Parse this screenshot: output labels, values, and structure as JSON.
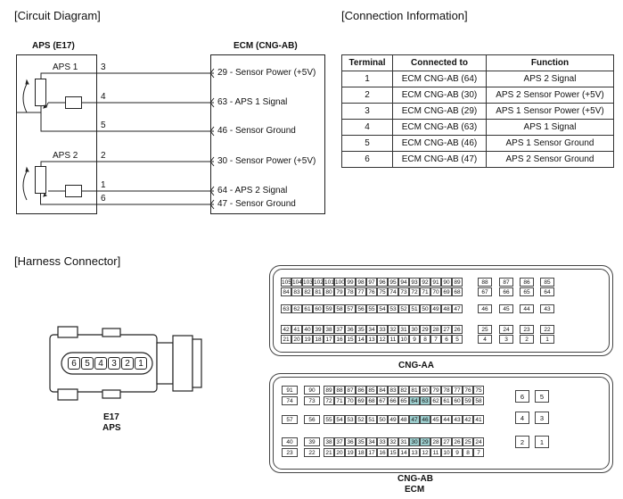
{
  "sections": {
    "circuit": "[Circuit Diagram]",
    "connection": "[Connection Information]",
    "harness": "[Harness Connector]"
  },
  "aps": {
    "title": "APS (E17)",
    "sensor1": "APS 1",
    "sensor2": "APS 2",
    "pins": [
      "3",
      "4",
      "5",
      "2",
      "1",
      "6"
    ]
  },
  "ecm": {
    "title": "ECM (CNG-AB)",
    "signals": [
      "29 - Sensor Power (+5V)",
      "63 - APS 1 Signal",
      "46 - Sensor Ground",
      "30 - Sensor Power (+5V)",
      "64 - APS 2 Signal",
      "47 - Sensor Ground"
    ]
  },
  "table": {
    "headers": [
      "Terminal",
      "Connected to",
      "Function"
    ],
    "rows": [
      [
        "1",
        "ECM CNG-AB (64)",
        "APS 2 Signal"
      ],
      [
        "2",
        "ECM CNG-AB (30)",
        "APS 2 Sensor Power (+5V)"
      ],
      [
        "3",
        "ECM CNG-AB (29)",
        "APS 1 Sensor Power (+5V)"
      ],
      [
        "4",
        "ECM CNG-AB (63)",
        "APS 1 Signal"
      ],
      [
        "5",
        "ECM CNG-AB (46)",
        "APS 1 Sensor Ground"
      ],
      [
        "6",
        "ECM CNG-AB (47)",
        "APS 2 Sensor Ground"
      ]
    ]
  },
  "e17": {
    "label": "E17",
    "sub": "APS",
    "pins": [
      "6",
      "5",
      "4",
      "3",
      "2",
      "1"
    ]
  },
  "cng_aa": {
    "label": "CNG-AA",
    "rows": [
      [
        "105",
        "104",
        "103",
        "102",
        "101",
        "100",
        "99",
        "98",
        "97",
        "96",
        "95",
        "94",
        "93",
        "92",
        "91",
        "90",
        "89"
      ],
      [
        "84",
        "83",
        "82",
        "81",
        "80",
        "79",
        "78",
        "77",
        "76",
        "75",
        "74",
        "73",
        "72",
        "71",
        "70",
        "69",
        "68"
      ],
      [
        "63",
        "62",
        "61",
        "60",
        "59",
        "58",
        "57",
        "56",
        "55",
        "54",
        "53",
        "52",
        "51",
        "50",
        "49",
        "48",
        "47"
      ],
      [
        "42",
        "41",
        "40",
        "39",
        "38",
        "37",
        "36",
        "35",
        "34",
        "33",
        "32",
        "31",
        "30",
        "29",
        "28",
        "27",
        "26"
      ],
      [
        "21",
        "20",
        "19",
        "18",
        "17",
        "16",
        "15",
        "14",
        "13",
        "12",
        "11",
        "10",
        "9",
        "8",
        "7",
        "6",
        "5"
      ]
    ],
    "right": [
      [
        "88",
        "87",
        "86",
        "85"
      ],
      [
        "67",
        "66",
        "65",
        "64"
      ],
      [
        "46",
        "45",
        "44",
        "43"
      ],
      [
        "25",
        "24",
        "23",
        "22"
      ],
      [
        "4",
        "3",
        "2",
        "1"
      ]
    ]
  },
  "cng_ab": {
    "label": "CNG-AB",
    "sub": "ECM",
    "left": [
      [
        "91",
        "90"
      ],
      [
        "74",
        "73"
      ],
      [
        "57",
        "56"
      ],
      [
        "40",
        "39"
      ],
      [
        "23",
        "22"
      ]
    ],
    "rows": [
      [
        "89",
        "88",
        "87",
        "86",
        "85",
        "84",
        "83",
        "82",
        "81",
        "80",
        "79",
        "78",
        "77",
        "76",
        "75"
      ],
      [
        "72",
        "71",
        "70",
        "69",
        "68",
        "67",
        "66",
        "65",
        "64",
        "63",
        "62",
        "61",
        "60",
        "59",
        "58"
      ],
      [
        "55",
        "54",
        "53",
        "52",
        "51",
        "50",
        "49",
        "48",
        "47",
        "46",
        "45",
        "44",
        "43",
        "42",
        "41"
      ],
      [
        "38",
        "37",
        "36",
        "35",
        "34",
        "33",
        "32",
        "31",
        "30",
        "29",
        "28",
        "27",
        "26",
        "25",
        "24"
      ],
      [
        "21",
        "20",
        "19",
        "18",
        "17",
        "16",
        "15",
        "14",
        "13",
        "12",
        "11",
        "10",
        "9",
        "8",
        "7"
      ]
    ],
    "right": [
      [
        "6",
        "5"
      ],
      [
        "4",
        "3"
      ],
      [
        "2",
        "1"
      ]
    ],
    "highlight": [
      "64",
      "63",
      "47",
      "46",
      "30",
      "29"
    ]
  },
  "colors": {
    "highlight": "#9fd0d0",
    "line": "#222222"
  }
}
